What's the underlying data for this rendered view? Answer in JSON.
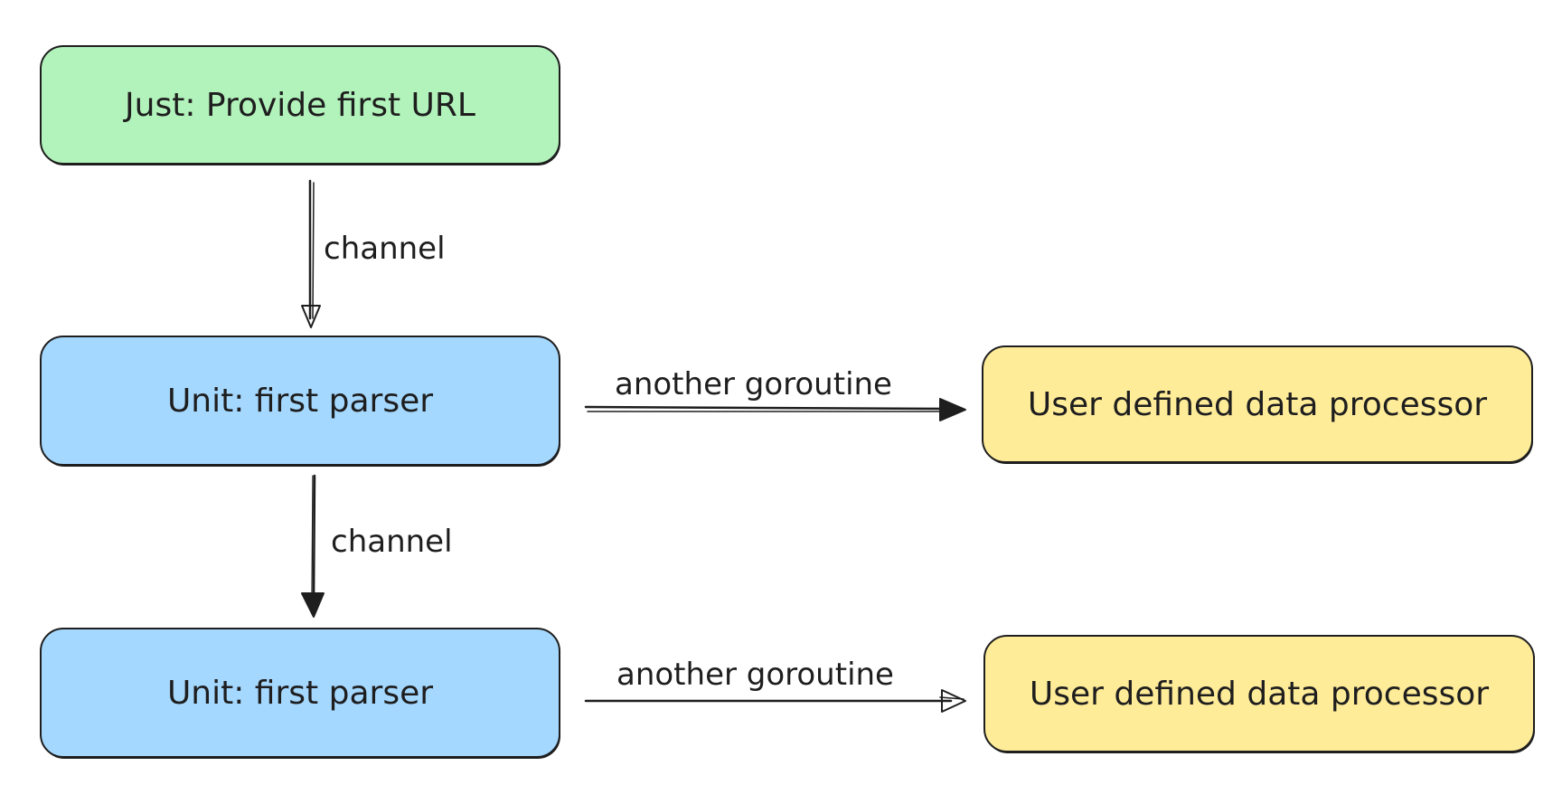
{
  "colors": {
    "green": "#b2f2bb",
    "blue": "#a5d8ff",
    "yellow": "#ffec99",
    "stroke": "#1e1e1e"
  },
  "nodes": {
    "start": "Just: Provide first URL",
    "parser_1": "Unit: first parser",
    "parser_2": "Unit: first parser",
    "processor_1": "User defined data processor",
    "processor_2": "User defined data processor"
  },
  "edges": {
    "start_to_parser_1": "channel",
    "parser_1_to_parser_2": "channel",
    "parser_1_to_processor_1": "another goroutine",
    "parser_2_to_processor_2": "another goroutine"
  }
}
